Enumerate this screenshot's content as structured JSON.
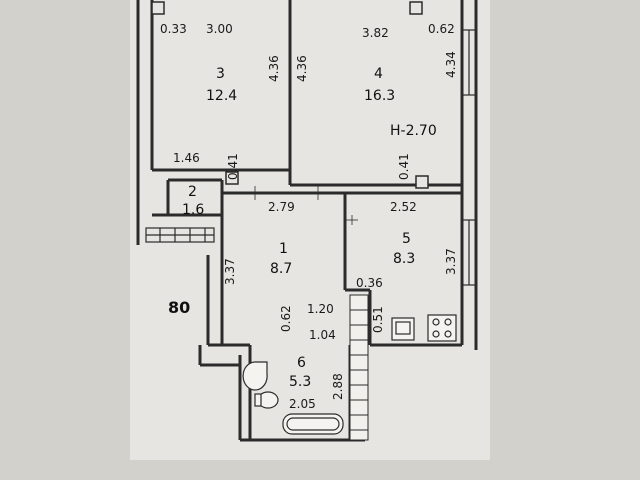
{
  "rooms": [
    {
      "number": "3",
      "area": "12.4"
    },
    {
      "number": "4",
      "area": "16.3"
    },
    {
      "number": "2",
      "area": "1.6"
    },
    {
      "number": "1",
      "area": "8.7"
    },
    {
      "number": "5",
      "area": "8.3"
    },
    {
      "number": "6",
      "area": "5.3"
    }
  ],
  "ceiling_height": "H-2.70",
  "side_label": "80",
  "dimensions": {
    "r3_top_left": "0.33",
    "r3_top": "3.00",
    "r3_right": "4.36",
    "r4_left": "4.36",
    "r4_top": "3.82",
    "r4_top_right": "0.62",
    "r4_right": "4.34",
    "r3_bottom": "1.46",
    "r3_bottom_small": "0.41",
    "r4_bottom_small": "0.41",
    "r1_top": "2.79",
    "r5_top": "2.52",
    "r1_left": "3.37",
    "r5_right": "3.37",
    "r5_inner": "0.36",
    "r5_vert": "0.51",
    "corridor_top": "1.20",
    "corridor_left": "0.62",
    "corridor_bottom": "1.04",
    "bath_right": "2.88",
    "bath_bottom": "2.05"
  },
  "colors": {
    "paper": "#e9e8e4",
    "wall": "#2b2b2b",
    "background": "#cfcdc8"
  }
}
